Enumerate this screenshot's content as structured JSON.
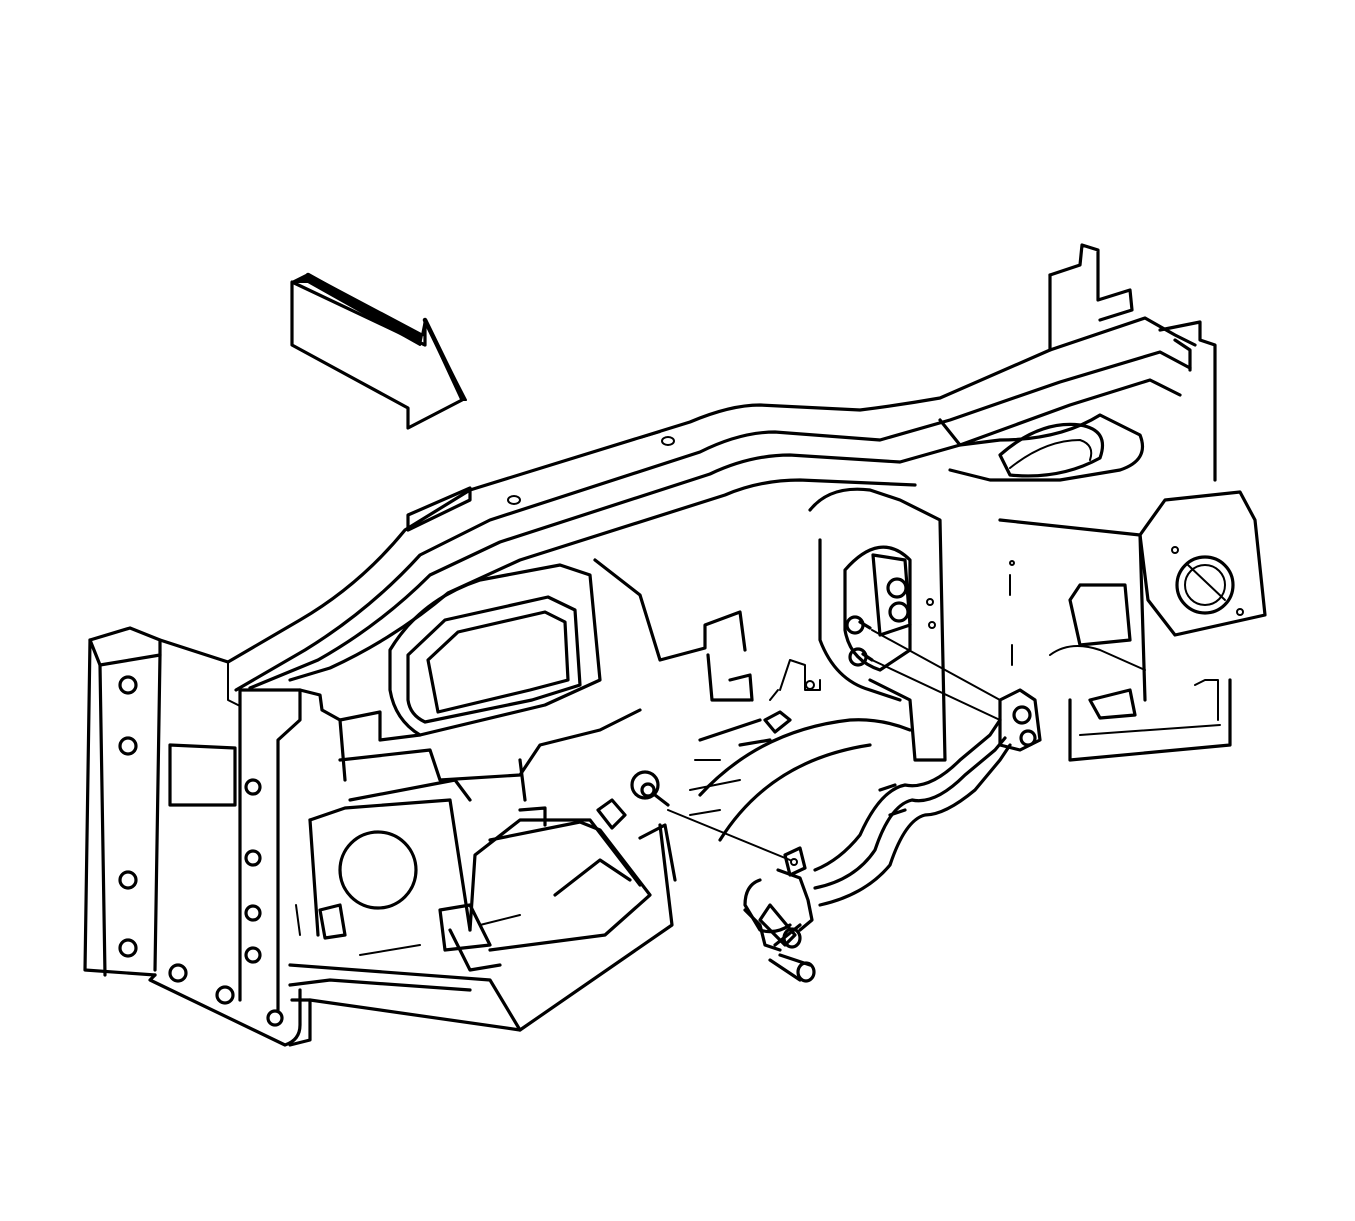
{
  "diagram": {
    "type": "exploded-line-drawing",
    "background_color": "#ffffff",
    "line_color": "#000000",
    "components": [
      "direction-arrow",
      "dash-panel",
      "left-mounting-bracket",
      "heater-core-case",
      "hvac-pipe-assembly",
      "lower-fastener",
      "upper-fasteners",
      "pipe-clamp"
    ]
  }
}
